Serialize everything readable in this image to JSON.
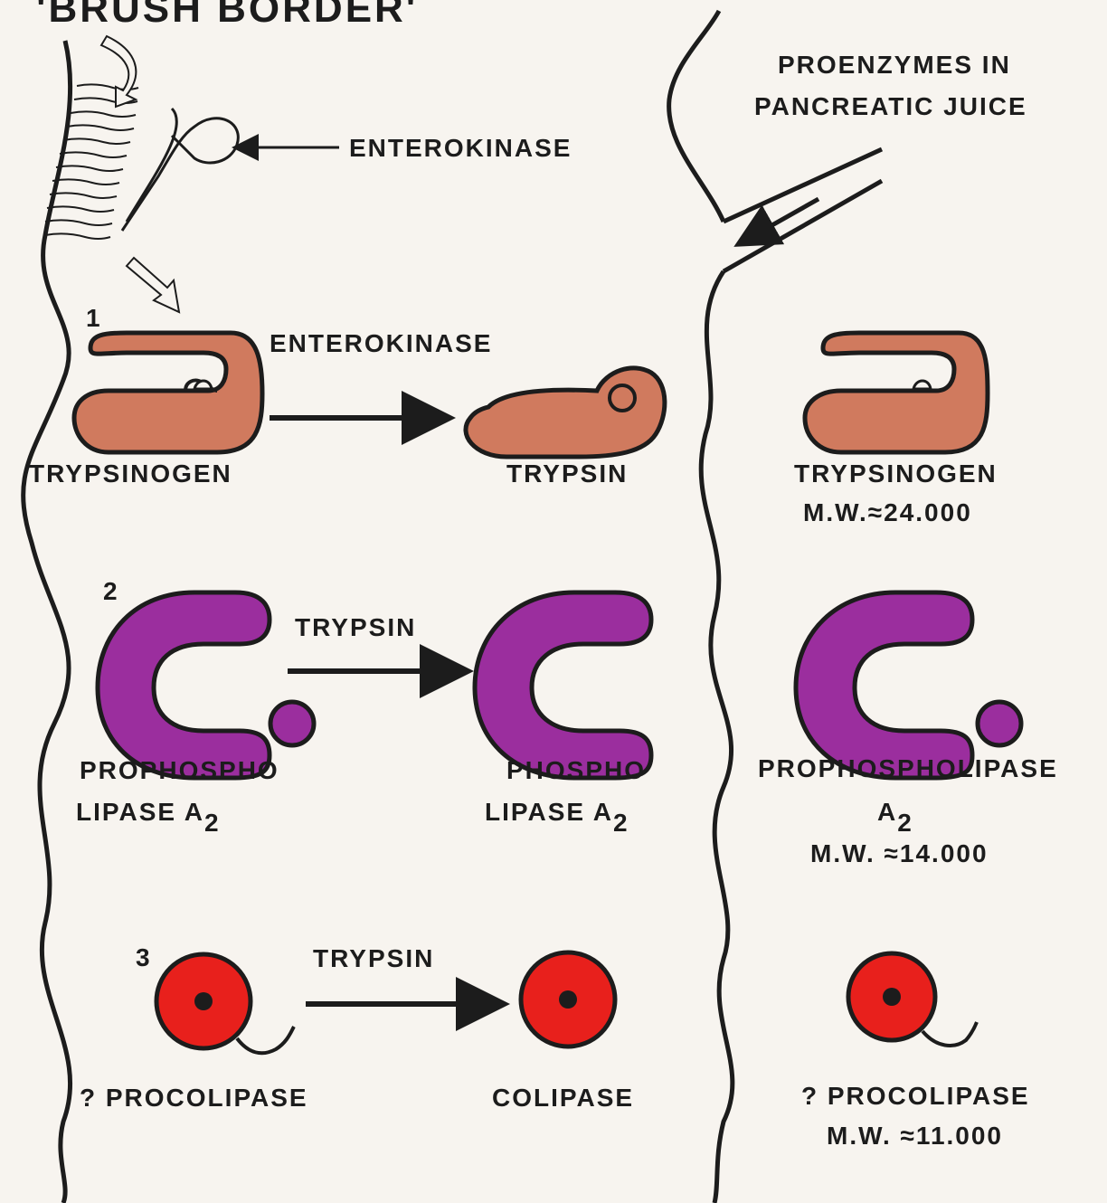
{
  "header": {
    "brush_border": "'BRUSH BORDER'",
    "enterokinase": "ENTEROKINASE",
    "proenzymes_line1": "PROENZYMES IN",
    "proenzymes_line2": "PANCREATIC JUICE"
  },
  "row1": {
    "number": "1",
    "enzyme": "ENTEROKINASE",
    "left_label": "TRYPSINOGEN",
    "middle_label": "TRYPSIN",
    "right_label": "TRYPSINOGEN",
    "right_mw": "M.W.≈24.000"
  },
  "row2": {
    "number": "2",
    "enzyme": "TRYPSIN",
    "left_line1": "PROPHOSPHO",
    "left_line2": "LIPASE A",
    "left_sub": "2",
    "middle_line1": "PHOSPHO",
    "middle_line2": "LIPASE A",
    "middle_sub": "2",
    "right_line1": "PROPHOSPHOLIPASE",
    "right_line2": "A",
    "right_sub": "2",
    "right_mw": "M.W. ≈14.000"
  },
  "row3": {
    "number": "3",
    "enzyme": "TRYPSIN",
    "left_label": "? PROCOLIPASE",
    "middle_label": "COLIPASE",
    "right_label": "? PROCOLIPASE",
    "right_mw": "M.W. ≈11.000"
  },
  "colors": {
    "trypsinogen": "#d07a5e",
    "phospholipase": "#9b2e9e",
    "colipase": "#e8201c",
    "ink": "#1c1c1c",
    "background": "#f7f4ef"
  }
}
